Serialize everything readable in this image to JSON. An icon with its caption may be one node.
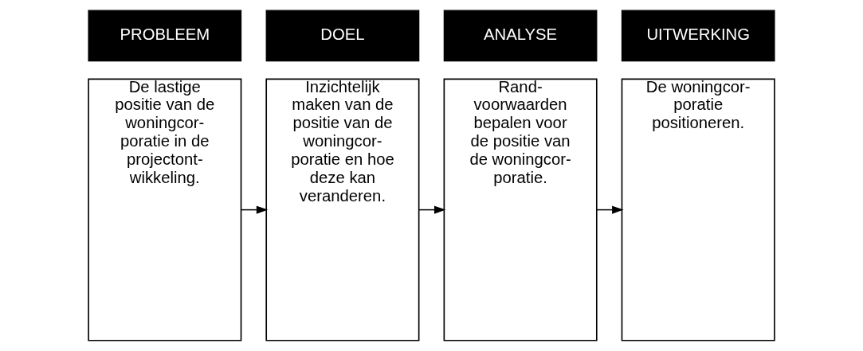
{
  "diagram": {
    "nodes": [
      {
        "text": [
          "PROBLEEM"
        ]
      },
      {
        "text": [
          "DOEL"
        ]
      },
      {
        "text": [
          "ANALYSE"
        ]
      },
      {
        "text": [
          "UITWERKING"
        ]
      },
      {
        "text": [
          "De lastige positie van de woningcor- poratie in de projectont- wikkeling."
        ]
      },
      {
        "text": [
          "Inzichtelijk maken van de positie van de woningcor- poratie en hoe deze kan veranderen."
        ]
      },
      {
        "text": [
          "Rand- voorwaarden bepalen voor de positie van de woningcor- poratie."
        ]
      },
      {
        "text": [
          "De woningcor- poratie positioneren."
        ]
      }
    ],
    "edges": [
      {
        "from": 4,
        "to": 5,
        "arrow": "to"
      },
      {
        "from": 5,
        "to": 6,
        "arrow": "to"
      },
      {
        "from": 6,
        "to": 7,
        "arrow": "to"
      }
    ]
  }
}
